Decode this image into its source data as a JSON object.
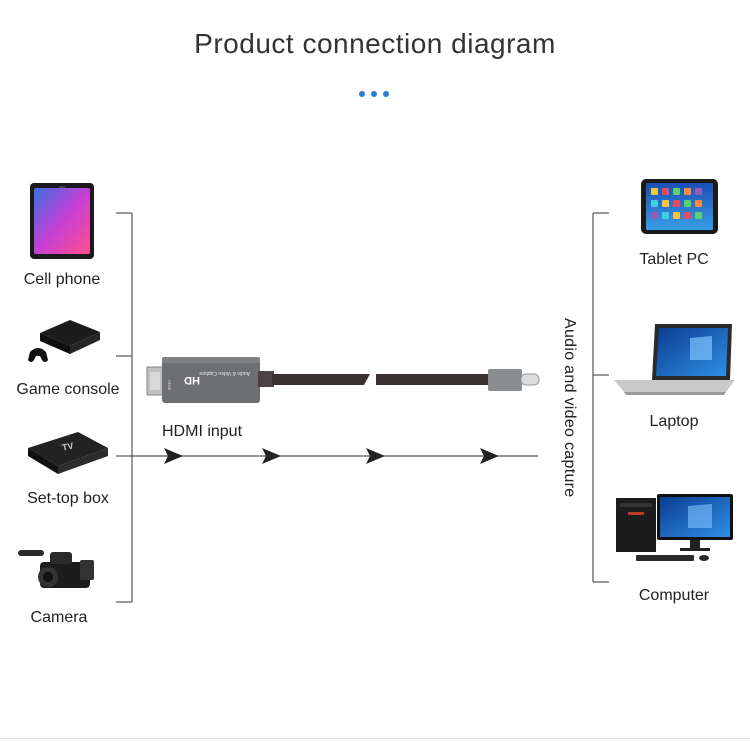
{
  "title": "Product connection diagram",
  "inputs": [
    {
      "label": "Cell phone",
      "icon": "cell-phone-icon"
    },
    {
      "label": "Game console",
      "icon": "game-console-icon"
    },
    {
      "label": "Set-top box",
      "icon": "set-top-box-icon"
    },
    {
      "label": "Camera",
      "icon": "camera-icon"
    }
  ],
  "outputs": [
    {
      "label": "Tablet PC",
      "icon": "tablet-icon"
    },
    {
      "label": "Laptop",
      "icon": "laptop-icon"
    },
    {
      "label": "Computer",
      "icon": "computer-icon"
    }
  ],
  "hdmi_label": "HDMI input",
  "vertical_label": "Audio and video capture",
  "device": {
    "brand": "HD",
    "text": "Audio & Video Capture",
    "port_label": "HDMI"
  },
  "colors": {
    "accent": "#2a7fd0",
    "line": "#555555",
    "arrow": "#222222",
    "device_body": "#6d6f72",
    "cable": "#3a3032"
  }
}
